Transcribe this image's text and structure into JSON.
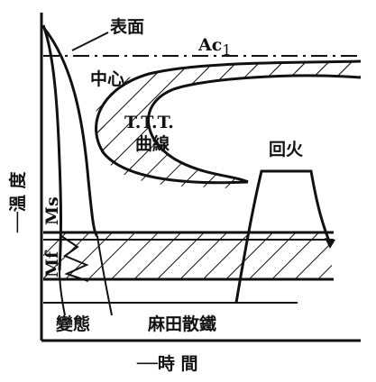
{
  "diagram": {
    "labels": {
      "surface": "表面",
      "ac1": "Ac",
      "ac1_sub": "1",
      "center": "中心",
      "ttt_line1": "T.T.T.",
      "ttt_line2": "曲線",
      "tempering": "回火",
      "ms": "Ms",
      "mf": "Mf",
      "transformation": "變態",
      "martempering": "麻田散鐵",
      "time_axis": "──時 間",
      "temp_axis": "──溫 度"
    }
  }
}
